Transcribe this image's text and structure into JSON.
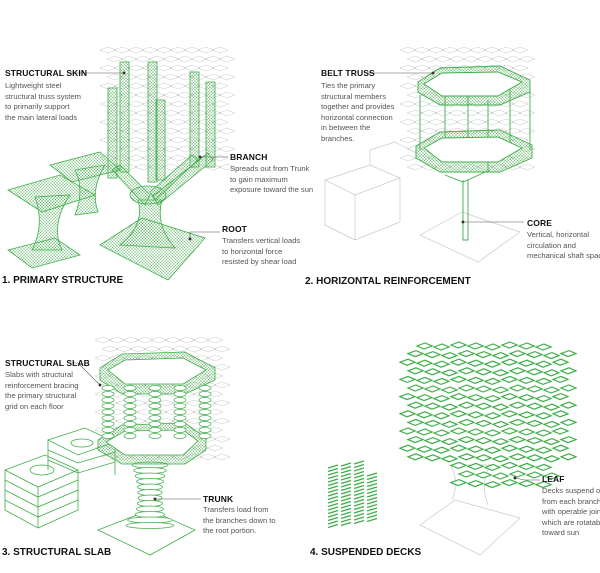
{
  "colors": {
    "structure_green": "#3fae49",
    "ghost_grey": "#c8c8c8",
    "text": "#222222"
  },
  "panels": [
    {
      "title": "1. PRIMARY STRUCTURE",
      "callouts": [
        {
          "label": "STRUCTURAL SKIN",
          "lines": [
            "Lightweight steel",
            "structural truss system",
            "to primarily support",
            "the main lateral loads"
          ]
        },
        {
          "label": "BRANCH",
          "lines": [
            "Spreads out from Trunk",
            "to gain maximum",
            "exposure toward the sun"
          ]
        },
        {
          "label": "ROOT",
          "lines": [
            "Transfers vertical loads",
            "to horizontal force",
            "resisted by shear load"
          ]
        }
      ]
    },
    {
      "title": "2. HORIZONTAL REINFORCEMENT",
      "callouts": [
        {
          "label": "BELT TRUSS",
          "lines": [
            "Ties the primary",
            "structural members",
            "together and provides",
            "horizontal connection",
            "in between the",
            "branches."
          ]
        },
        {
          "label": "CORE",
          "lines": [
            "Vertical, horizontal",
            "circulation and",
            "mechanical shaft space"
          ]
        }
      ]
    },
    {
      "title": "3. STRUCTURAL SLAB",
      "callouts": [
        {
          "label": "STRUCTURAL SLAB",
          "lines": [
            "Slabs with structural",
            "reinforcement bracing",
            "the primary structural",
            "grid on each floor"
          ]
        },
        {
          "label": "TRUNK",
          "lines": [
            "Transfers load from",
            "the branches down to",
            "the root portion."
          ]
        }
      ]
    },
    {
      "title": "4. SUSPENDED DECKS",
      "callouts": [
        {
          "label": "LEAF",
          "lines": [
            "Decks suspend out",
            "from each branch",
            "with operable joints",
            "which are rotatable",
            "toward sun"
          ]
        }
      ]
    }
  ]
}
